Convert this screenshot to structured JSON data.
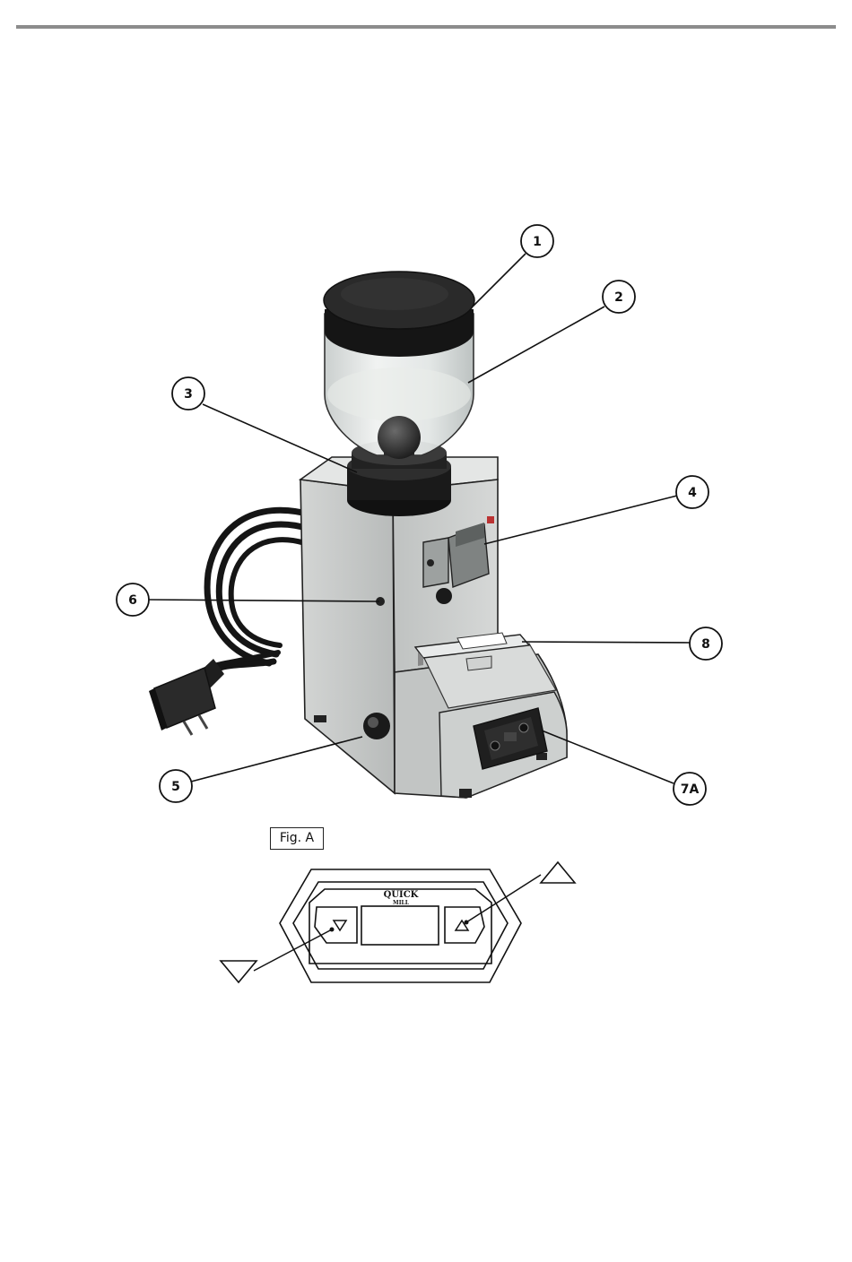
{
  "header": {
    "rule_color": "#8c8c8c"
  },
  "callouts": [
    "1",
    "2",
    "3",
    "4",
    "5",
    "6",
    "7A",
    "8"
  ],
  "figure": {
    "caption": "Fig. A"
  },
  "control_panel": {
    "logo_top": "QUICK",
    "logo_bottom": "MILL",
    "down_button_icon": "triangle-down-icon",
    "up_button_icon": "triangle-up-icon"
  },
  "colors": {
    "lid": "#1c1c1c",
    "hopper": "#dfe3e2",
    "body": "#c9cccb",
    "cable": "#151515",
    "line": "#111111"
  }
}
